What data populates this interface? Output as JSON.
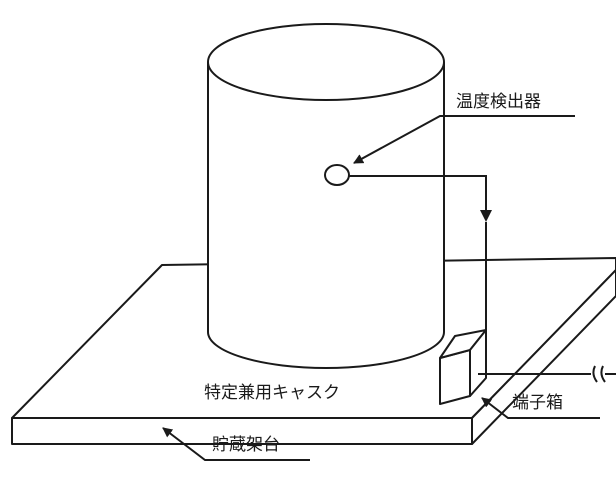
{
  "labels": {
    "temperature_detector": "温度検出器",
    "cask": "特定兼用キャスク",
    "terminal_box": "端子箱",
    "storage_rack": "貯蔵架台"
  },
  "colors": {
    "line": "#1a1a1a",
    "background": "#ffffff"
  }
}
